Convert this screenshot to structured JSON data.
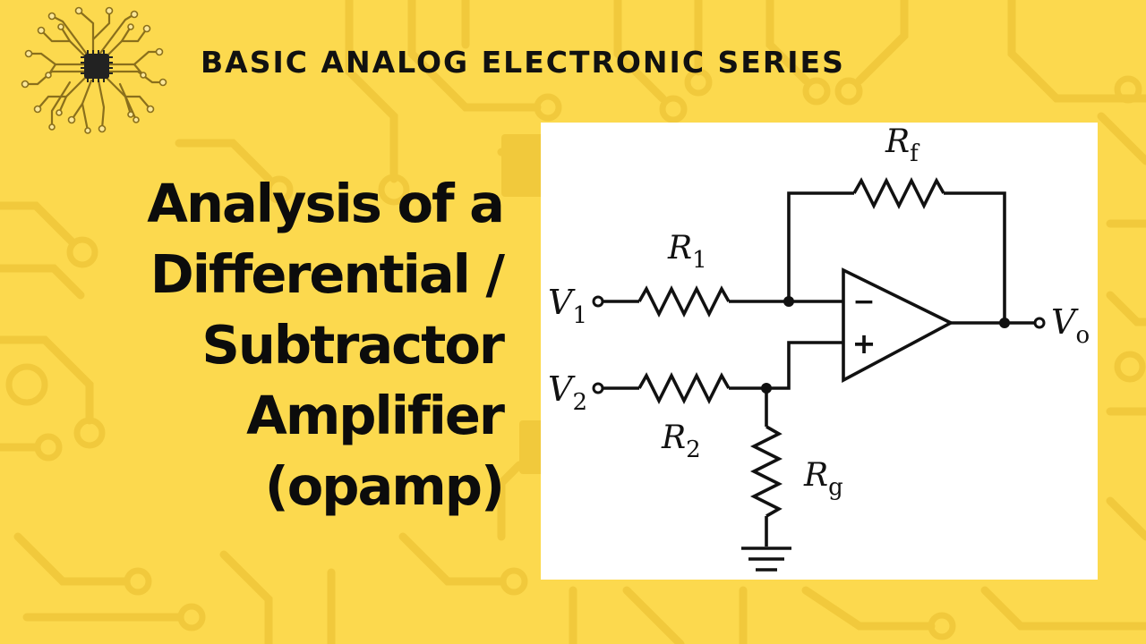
{
  "header": {
    "series_title": "BASIC ANALOG ELECTRONIC SERIES"
  },
  "title": {
    "lines": [
      "Analysis of a",
      "Differential /",
      "Subtractor",
      "Amplifier",
      "(opamp)"
    ]
  },
  "circuit": {
    "labels": {
      "v1": {
        "main": "V",
        "sub": "1"
      },
      "v2": {
        "main": "V",
        "sub": "2"
      },
      "vo": {
        "main": "V",
        "sub": "o"
      },
      "r1": {
        "main": "R",
        "sub": "1"
      },
      "r2": {
        "main": "R",
        "sub": "2"
      },
      "rf": {
        "main": "R",
        "sub": "f"
      },
      "rg": {
        "main": "R",
        "sub": "g"
      },
      "minus": "−",
      "plus": "+"
    }
  },
  "colors": {
    "background": "#fcd94e",
    "trace": "#f1c93c",
    "text": "#111111",
    "panel": "#ffffff"
  }
}
